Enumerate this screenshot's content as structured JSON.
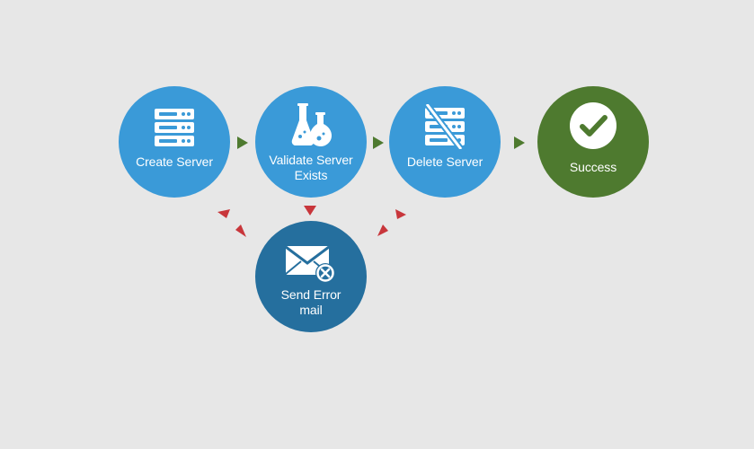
{
  "nodes": {
    "create": {
      "label": "Create Server",
      "icon": "server-icon",
      "color": "#3a9ad8"
    },
    "validate": {
      "label": "Validate Server\nExists",
      "icon": "flask-icon",
      "color": "#3a9ad8"
    },
    "delete": {
      "label": "Delete Server",
      "icon": "server-delete-icon",
      "color": "#3a9ad8"
    },
    "success": {
      "label": "Success",
      "icon": "checkmark-icon",
      "color": "#4e7a2f"
    },
    "error": {
      "label": "Send Error\nmail",
      "icon": "mail-error-icon",
      "color": "#256f9e"
    }
  },
  "arrow_colors": {
    "success_path": "#4e7a2f",
    "error_path": "#c8363b"
  }
}
